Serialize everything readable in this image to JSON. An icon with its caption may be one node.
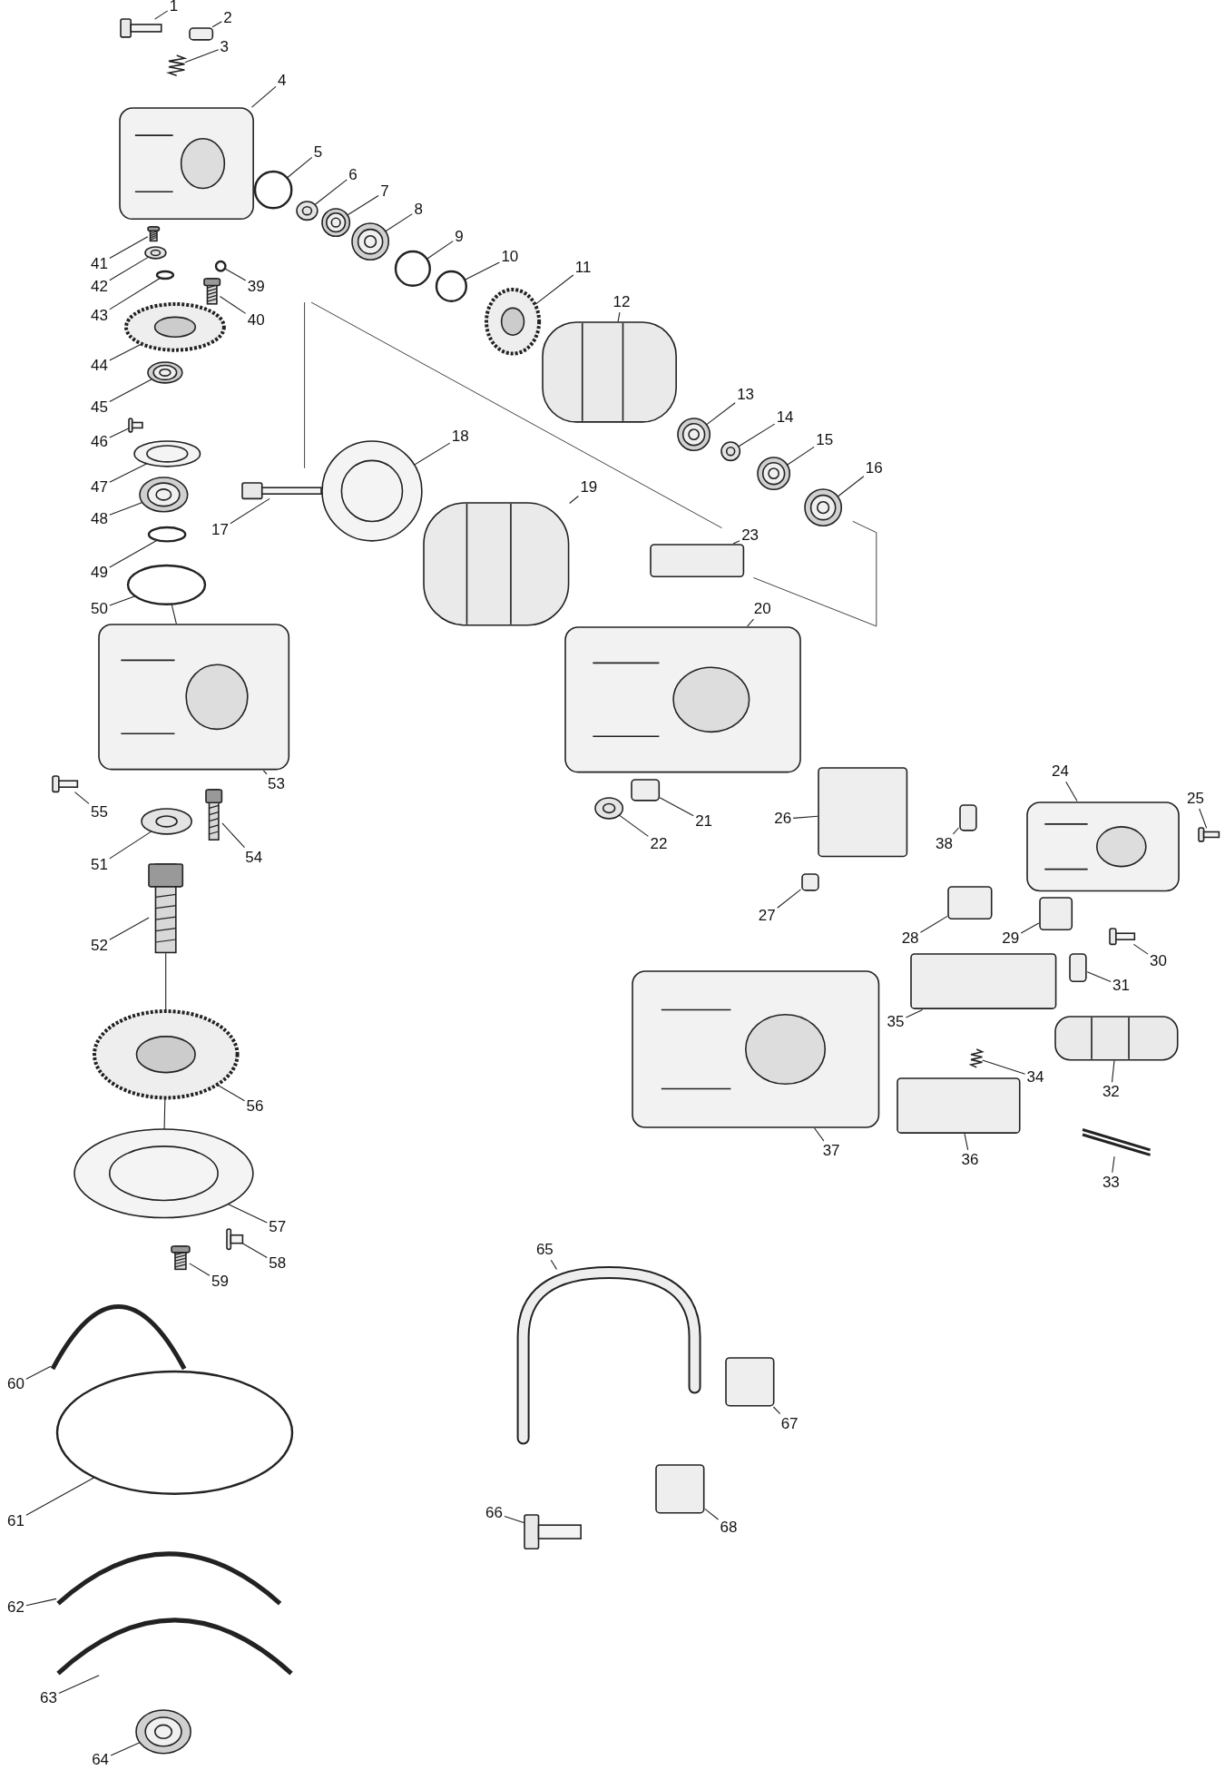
{
  "diagram": {
    "nodes": [
      {
        "text": [
          "1"
        ]
      },
      {
        "text": [],
        "shape": "picture"
      },
      {
        "text": [
          "2"
        ]
      },
      {
        "text": [],
        "shape": "box"
      },
      {
        "text": [
          "3"
        ]
      },
      {
        "text": [],
        "shape": "picture"
      },
      {
        "text": [
          "4"
        ]
      },
      {
        "text": [],
        "shape": "picture"
      },
      {
        "text": [
          "5"
        ]
      },
      {
        "text": [],
        "shape": "circle"
      },
      {
        "text": [
          "6"
        ]
      },
      {
        "text": [],
        "shape": "picture"
      },
      {
        "text": [
          "7"
        ]
      },
      {
        "text": [],
        "shape": "picture"
      },
      {
        "text": [
          "8"
        ]
      },
      {
        "text": [],
        "shape": "picture"
      },
      {
        "text": [
          "9"
        ]
      },
      {
        "text": [],
        "shape": "circle"
      },
      {
        "text": [
          "10"
        ]
      },
      {
        "text": [],
        "shape": "circle"
      },
      {
        "text": [
          "11"
        ]
      },
      {
        "text": [],
        "shape": "picture"
      },
      {
        "text": [
          "12"
        ]
      },
      {
        "text": [],
        "shape": "picture"
      },
      {
        "text": [
          "13"
        ]
      },
      {
        "text": [],
        "shape": "picture"
      },
      {
        "text": [
          "14"
        ]
      },
      {
        "text": [],
        "shape": "picture"
      },
      {
        "text": [
          "15"
        ]
      },
      {
        "text": [],
        "shape": "picture"
      },
      {
        "text": [
          "16"
        ]
      },
      {
        "text": [],
        "shape": "picture"
      },
      {
        "text": [
          "17"
        ]
      },
      {
        "text": [],
        "shape": "picture"
      },
      {
        "text": [
          "18"
        ]
      },
      {
        "text": [],
        "shape": "picture"
      },
      {
        "text": [
          "19"
        ]
      },
      {
        "text": [],
        "shape": "picture"
      },
      {
        "text": [
          "20"
        ]
      },
      {
        "text": [],
        "shape": "picture"
      },
      {
        "text": [
          "21"
        ]
      },
      {
        "text": [],
        "shape": "box"
      },
      {
        "text": [
          "22"
        ]
      },
      {
        "text": [],
        "shape": "picture"
      },
      {
        "text": [
          "23"
        ]
      },
      {
        "text": [],
        "shape": "box"
      },
      {
        "text": [
          "24"
        ]
      },
      {
        "text": [],
        "shape": "picture"
      },
      {
        "text": [
          "25"
        ]
      },
      {
        "text": [],
        "shape": "picture"
      },
      {
        "text": [
          "26"
        ]
      },
      {
        "text": [],
        "shape": "box"
      },
      {
        "text": [
          "27"
        ]
      },
      {
        "text": [],
        "shape": "box"
      },
      {
        "text": [
          "28"
        ]
      },
      {
        "text": [],
        "shape": "box"
      },
      {
        "text": [
          "29"
        ]
      },
      {
        "text": [],
        "shape": "box"
      },
      {
        "text": [
          "30"
        ]
      },
      {
        "text": [],
        "shape": "picture"
      },
      {
        "text": [
          "31"
        ]
      },
      {
        "text": [],
        "shape": "box"
      },
      {
        "text": [
          "32"
        ]
      },
      {
        "text": [],
        "shape": "picture"
      },
      {
        "text": [
          "33"
        ]
      },
      {
        "text": [],
        "shape": "picture"
      },
      {
        "text": [
          "34"
        ]
      },
      {
        "text": [],
        "shape": "picture"
      },
      {
        "text": [
          "35"
        ]
      },
      {
        "text": [],
        "shape": "box"
      },
      {
        "text": [
          "36"
        ]
      },
      {
        "text": [],
        "shape": "box"
      },
      {
        "text": [
          "37"
        ]
      },
      {
        "text": [],
        "shape": "picture"
      },
      {
        "text": [
          "38"
        ]
      },
      {
        "text": [],
        "shape": "box"
      },
      {
        "text": [
          "39"
        ]
      },
      {
        "text": [],
        "shape": "circle"
      },
      {
        "text": [
          "40"
        ]
      },
      {
        "text": [],
        "shape": "picture"
      },
      {
        "text": [
          "41"
        ]
      },
      {
        "text": [],
        "shape": "picture"
      },
      {
        "text": [
          "42"
        ]
      },
      {
        "text": [],
        "shape": "picture"
      },
      {
        "text": [
          "43"
        ]
      },
      {
        "text": [],
        "shape": "circle"
      },
      {
        "text": [
          "44"
        ]
      },
      {
        "text": [],
        "shape": "picture"
      },
      {
        "text": [
          "45"
        ]
      },
      {
        "text": [],
        "shape": "picture"
      },
      {
        "text": [
          "46"
        ]
      },
      {
        "text": [],
        "shape": "picture"
      },
      {
        "text": [
          "47"
        ]
      },
      {
        "text": [],
        "shape": "picture"
      },
      {
        "text": [
          "48"
        ]
      },
      {
        "text": [],
        "shape": "picture"
      },
      {
        "text": [
          "49"
        ]
      },
      {
        "text": [],
        "shape": "circle"
      },
      {
        "text": [
          "50"
        ]
      },
      {
        "text": [],
        "shape": "circle"
      },
      {
        "text": [
          "51"
        ]
      },
      {
        "text": [],
        "shape": "picture"
      },
      {
        "text": [
          "52"
        ]
      },
      {
        "text": [],
        "shape": "picture"
      },
      {
        "text": [
          "53"
        ]
      },
      {
        "text": [],
        "shape": "picture"
      },
      {
        "text": [
          "54"
        ]
      },
      {
        "text": [],
        "shape": "picture"
      },
      {
        "text": [
          "55"
        ]
      },
      {
        "text": [],
        "shape": "picture"
      },
      {
        "text": [
          "56"
        ]
      },
      {
        "text": [],
        "shape": "picture"
      },
      {
        "text": [
          "57"
        ]
      },
      {
        "text": [],
        "shape": "picture"
      },
      {
        "text": [
          "58"
        ]
      },
      {
        "text": [],
        "shape": "picture"
      },
      {
        "text": [
          "59"
        ]
      },
      {
        "text": [],
        "shape": "picture"
      },
      {
        "text": [
          "60"
        ]
      },
      {
        "text": [],
        "shape": "picture"
      },
      {
        "text": [
          "61"
        ]
      },
      {
        "text": [],
        "shape": "circle"
      },
      {
        "text": [
          "62"
        ]
      },
      {
        "text": [],
        "shape": "picture"
      },
      {
        "text": [
          "63"
        ]
      },
      {
        "text": [],
        "shape": "picture"
      },
      {
        "text": [
          "64"
        ]
      },
      {
        "text": [],
        "shape": "picture"
      },
      {
        "text": [
          "65"
        ]
      },
      {
        "text": [],
        "shape": "picture"
      },
      {
        "text": [
          "66"
        ]
      },
      {
        "text": [],
        "shape": "picture"
      },
      {
        "text": [
          "67"
        ]
      },
      {
        "text": [],
        "shape": "box"
      },
      {
        "text": [
          "68"
        ]
      },
      {
        "text": [],
        "shape": "box"
      }
    ],
    "edges": [
      {
        "from": 0,
        "to": 1,
        "arrow": "none"
      },
      {
        "from": 2,
        "to": 3,
        "arrow": "none"
      },
      {
        "from": 4,
        "to": 5,
        "arrow": "none"
      },
      {
        "from": 6,
        "to": 7,
        "arrow": "none"
      },
      {
        "from": 8,
        "to": 9,
        "arrow": "none"
      },
      {
        "from": 10,
        "to": 11,
        "arrow": "none"
      },
      {
        "from": 12,
        "to": 13,
        "arrow": "none"
      },
      {
        "from": 14,
        "to": 15,
        "arrow": "none"
      },
      {
        "from": 16,
        "to": 17,
        "arrow": "none"
      },
      {
        "from": 18,
        "to": 19,
        "arrow": "none"
      },
      {
        "from": 20,
        "to": 21,
        "arrow": "none"
      },
      {
        "from": 22,
        "to": 23,
        "arrow": "none"
      },
      {
        "from": 24,
        "to": 25,
        "arrow": "none"
      },
      {
        "from": 26,
        "to": 27,
        "arrow": "none"
      },
      {
        "from": 28,
        "to": 29,
        "arrow": "none"
      },
      {
        "from": 30,
        "to": 31,
        "arrow": "none"
      },
      {
        "from": 32,
        "to": 33,
        "arrow": "none"
      },
      {
        "from": 34,
        "to": 35,
        "arrow": "none"
      },
      {
        "from": 36,
        "to": 37,
        "arrow": "none"
      },
      {
        "from": 38,
        "to": 39,
        "arrow": "none"
      },
      {
        "from": 40,
        "to": 41,
        "arrow": "none"
      },
      {
        "from": 42,
        "to": 43,
        "arrow": "none"
      },
      {
        "from": 44,
        "to": 45,
        "arrow": "none"
      },
      {
        "from": 46,
        "to": 47,
        "arrow": "none"
      },
      {
        "from": 48,
        "to": 49,
        "arrow": "none"
      },
      {
        "from": 50,
        "to": 51,
        "arrow": "none"
      },
      {
        "from": 52,
        "to": 53,
        "arrow": "none"
      },
      {
        "from": 54,
        "to": 55,
        "arrow": "none"
      },
      {
        "from": 56,
        "to": 57,
        "arrow": "none"
      },
      {
        "from": 58,
        "to": 59,
        "arrow": "none"
      },
      {
        "from": 60,
        "to": 61,
        "arrow": "none"
      },
      {
        "from": 62,
        "to": 63,
        "arrow": "none"
      },
      {
        "from": 64,
        "to": 65,
        "arrow": "none"
      },
      {
        "from": 66,
        "to": 67,
        "arrow": "none"
      },
      {
        "from": 68,
        "to": 69,
        "arrow": "none"
      },
      {
        "from": 70,
        "to": 71,
        "arrow": "none"
      },
      {
        "from": 72,
        "to": 73,
        "arrow": "none"
      },
      {
        "from": 74,
        "to": 75,
        "arrow": "none"
      },
      {
        "from": 76,
        "to": 77,
        "arrow": "none"
      },
      {
        "from": 78,
        "to": 79,
        "arrow": "none"
      },
      {
        "from": 80,
        "to": 81,
        "arrow": "none"
      },
      {
        "from": 82,
        "to": 83,
        "arrow": "none"
      },
      {
        "from": 84,
        "to": 85,
        "arrow": "none"
      },
      {
        "from": 86,
        "to": 87,
        "arrow": "none"
      },
      {
        "from": 88,
        "to": 89,
        "arrow": "none"
      },
      {
        "from": 90,
        "to": 91,
        "arrow": "none"
      },
      {
        "from": 92,
        "to": 93,
        "arrow": "none"
      },
      {
        "from": 94,
        "to": 95,
        "arrow": "none"
      },
      {
        "from": 96,
        "to": 97,
        "arrow": "none"
      },
      {
        "from": 98,
        "to": 99,
        "arrow": "none"
      },
      {
        "from": 100,
        "to": 101,
        "arrow": "none"
      },
      {
        "from": 102,
        "to": 103,
        "arrow": "none"
      },
      {
        "from": 104,
        "to": 105,
        "arrow": "none"
      },
      {
        "from": 106,
        "to": 107,
        "arrow": "none"
      },
      {
        "from": 108,
        "to": 109,
        "arrow": "none"
      },
      {
        "from": 110,
        "to": 111,
        "arrow": "none"
      },
      {
        "from": 112,
        "to": 113,
        "arrow": "none"
      },
      {
        "from": 114,
        "to": 115,
        "arrow": "none"
      },
      {
        "from": 116,
        "to": 117,
        "arrow": "none"
      },
      {
        "from": 118,
        "to": 119,
        "arrow": "none"
      },
      {
        "from": 120,
        "to": 121,
        "arrow": "none"
      },
      {
        "from": 122,
        "to": 123,
        "arrow": "none"
      },
      {
        "from": 124,
        "to": 125,
        "arrow": "none"
      },
      {
        "from": 126,
        "to": 127,
        "arrow": "none"
      },
      {
        "from": 128,
        "to": 129,
        "arrow": "none"
      },
      {
        "from": 130,
        "to": 131,
        "arrow": "none"
      },
      {
        "from": 132,
        "to": 133,
        "arrow": "none"
      },
      {
        "from": 134,
        "to": 135,
        "arrow": "none"
      },
      {
        "from": 99,
        "to": 105,
        "arrow": "none"
      },
      {
        "from": 103,
        "to": 111,
        "arrow": "none"
      },
      {
        "from": 111,
        "to": 113,
        "arrow": "none"
      }
    ]
  }
}
